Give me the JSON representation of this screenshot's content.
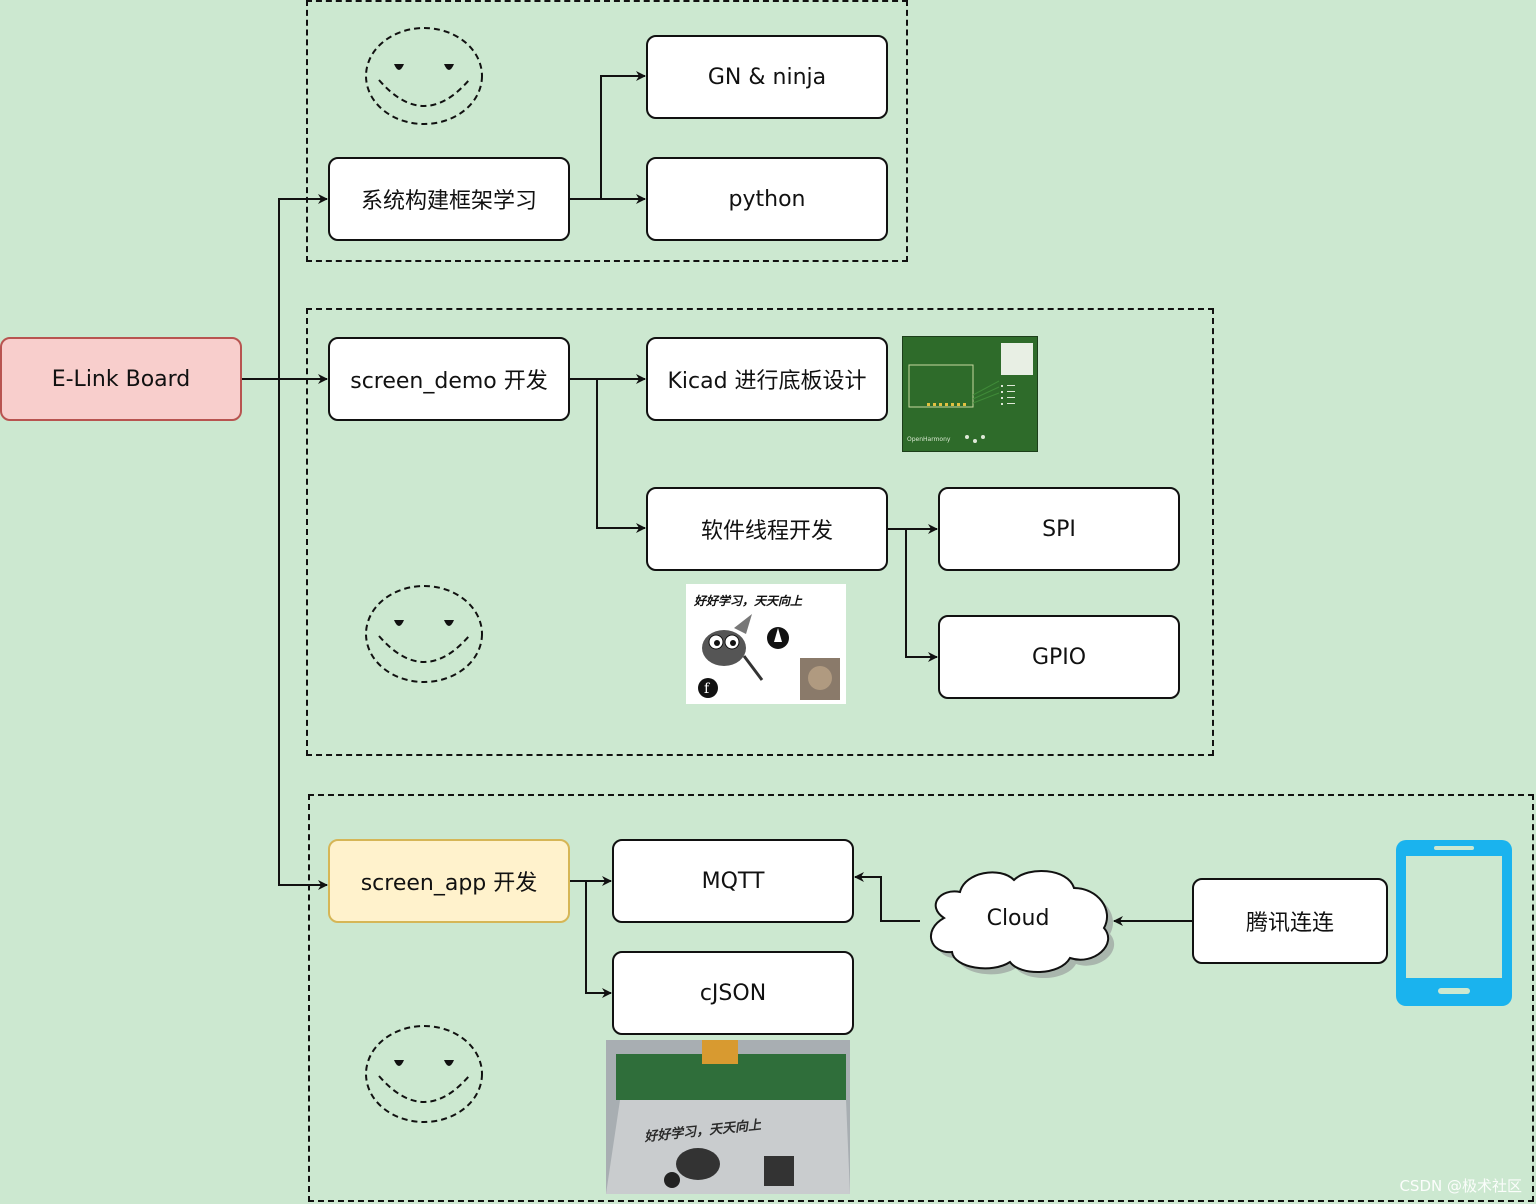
{
  "nodes": {
    "root": "E-Link Board",
    "build_framework": "系统构建框架学习",
    "gn_ninja": "GN & ninja",
    "python": "python",
    "screen_demo": "screen_demo 开发",
    "kicad": "Kicad 进行底板设计",
    "software_threads": "软件线程开发",
    "spi": "SPI",
    "gpio": "GPIO",
    "screen_app": "screen_app 开发",
    "mqtt": "MQTT",
    "cjson": "cJSON",
    "cloud": "Cloud",
    "tencent_lianlian": "腾讯连连"
  },
  "images": {
    "pcb_label": "OpenHarmony",
    "sticker_text": "好好学习，天天向上",
    "device_text": "好好学习，天天向上"
  },
  "watermark": "CSDN @极术社区",
  "colors": {
    "background": "#cce8d0",
    "root_fill": "#f8cecc",
    "root_border": "#b85450",
    "app_fill": "#fff2cc",
    "app_border": "#d6b656",
    "phone": "#1ab3ee"
  }
}
